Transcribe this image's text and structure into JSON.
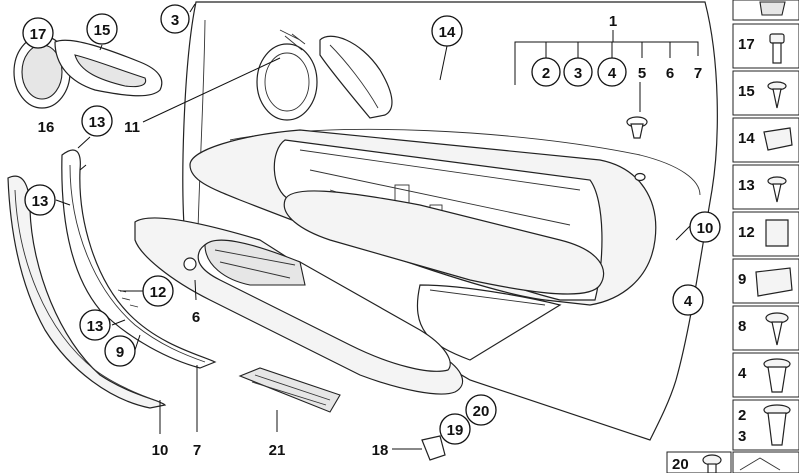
{
  "diagram": {
    "labels": {
      "p1": "1",
      "p2": "2",
      "p3": "3",
      "p4": "4",
      "p5": "5",
      "p6": "6",
      "p7": "7",
      "p3_top": "3",
      "p14": "14",
      "p17": "17",
      "p15": "15",
      "p16": "16",
      "p11": "11",
      "p13_a": "13",
      "p13_b": "13",
      "p13_c": "13",
      "p12": "12",
      "p9": "9",
      "p10_left": "10",
      "p7_bottom": "7",
      "p6_left": "6",
      "p21": "21",
      "p18": "18",
      "p19": "19",
      "p20": "20",
      "p10_right": "10",
      "p4_right": "4"
    },
    "sidebar": [
      {
        "key": "s17",
        "label": "17",
        "icon": "screw-icon"
      },
      {
        "key": "s15",
        "label": "15",
        "icon": "screw-icon"
      },
      {
        "key": "s14",
        "label": "14",
        "icon": "clip-icon"
      },
      {
        "key": "s13",
        "label": "13",
        "icon": "screw-icon"
      },
      {
        "key": "s12",
        "label": "12",
        "icon": "clip-icon"
      },
      {
        "key": "s9",
        "label": "9",
        "icon": "clip-icon"
      },
      {
        "key": "s8",
        "label": "8",
        "icon": "screw-icon"
      },
      {
        "key": "s4",
        "label": "4",
        "icon": "expanding-rivet-icon"
      },
      {
        "key": "s2",
        "label": "2",
        "icon": "expanding-rivet-icon"
      },
      {
        "key": "s3",
        "label": "3",
        "icon": "expanding-rivet-icon"
      }
    ],
    "bottom_row": {
      "label": "20",
      "icon": "screw-icon"
    }
  }
}
